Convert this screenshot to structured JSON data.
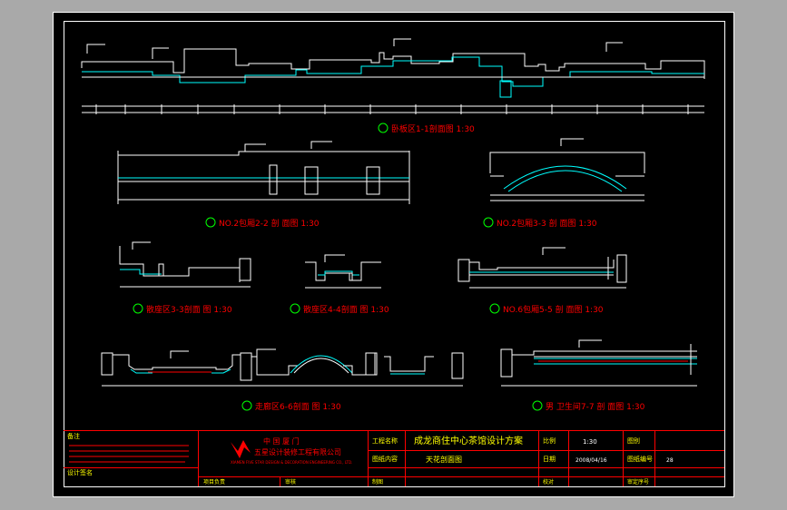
{
  "titles": {
    "t1": "卧板区1-1剖面图 1:30",
    "t2": "NO.2包厢2-2 剖 面图 1:30",
    "t3": "NO.2包厢3-3 剖 面图 1:30",
    "t4": "散座区3-3剖面 图 1:30",
    "t5": "散座区4-4剖面 图 1:30",
    "t6": "NO.6包厢5-5 剖 面图 1:30",
    "t7": "走廊区6-6剖面 图 1:30",
    "t8": "男 卫生间7-7 剖 面图 1:30"
  },
  "title_block": {
    "notes_label": "备注",
    "designer_label": "设计签名",
    "company_line1": "中  国       厦 门",
    "company_line2": "五星设计装修工程有限公司",
    "company_en": "XIAMEN FIVE STAR DESIGN & DECORATION ENGINEERING CO., LTD.",
    "project_label": "工程名称",
    "project_name": "成龙商住中心茶馆设计方案",
    "drawing_label": "图纸内容",
    "drawing_name": "天花剖面图",
    "scale_label": "比例",
    "scale_value": "1:30",
    "pic_label": "图别",
    "date_label": "日期",
    "date_value": "2008/04/16",
    "sheetno_label": "图纸编号",
    "sheetno_value": "28",
    "manager_label": "项目负责",
    "review_label": "审核",
    "draw_label": "制图",
    "check_label": "校对",
    "approve_label": "审定序号"
  },
  "colors": {
    "paper": "#000000",
    "frame": "#ffffff",
    "line": "#ffffff",
    "cyan": "#00ffff",
    "red": "#ff0000",
    "green": "#00ff00",
    "yellow": "#ffff00"
  }
}
